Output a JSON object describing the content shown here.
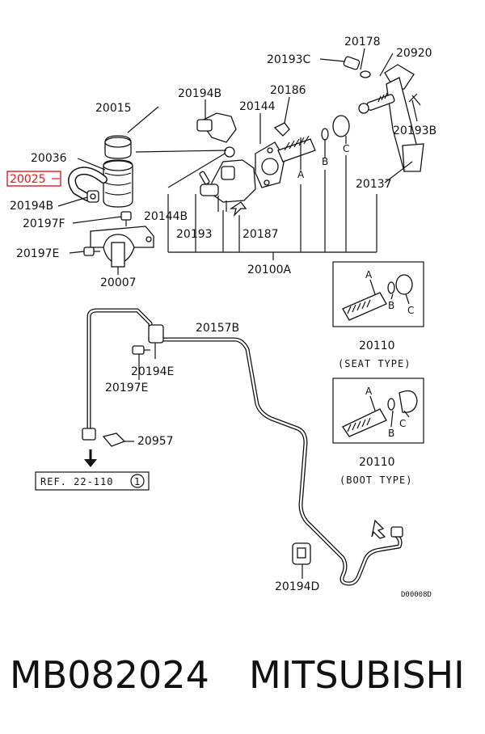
{
  "labels": {
    "p20178": "20178",
    "p20920": "20920",
    "p20193C": "20193C",
    "p20194B_top": "20194B",
    "p20186": "20186",
    "p20015": "20015",
    "p20144": "20144",
    "p20193B": "20193B",
    "p20036": "20036",
    "p20025": "20025",
    "p20194B_left": "20194B",
    "p20197F": "20197F",
    "p20144B": "20144B",
    "p20137": "20137",
    "p20193": "20193",
    "p20187": "20187",
    "p20197E_top": "20197E",
    "p20100A": "20100A",
    "p20007": "20007",
    "p20157B": "20157B",
    "p20194E": "20194E",
    "p20197E_mid": "20197E",
    "p20957": "20957",
    "p20110_seat": "20110",
    "seat_type": "(SEAT TYPE)",
    "p20110_boot": "20110",
    "boot_type": "(BOOT TYPE)",
    "p20194D": "20194D",
    "ref": "REF. 22-110",
    "ref_circle": "1",
    "diagram_code": "D00008D",
    "A1": "A",
    "B1": "B",
    "C1": "C",
    "A2": "A",
    "B2": "B",
    "C2": "C",
    "A3": "A",
    "B3": "B",
    "C3": "C"
  },
  "caption": {
    "part_number": "MB082024",
    "brand": "MITSUBISHI"
  },
  "highlight_color": "#e0191e"
}
